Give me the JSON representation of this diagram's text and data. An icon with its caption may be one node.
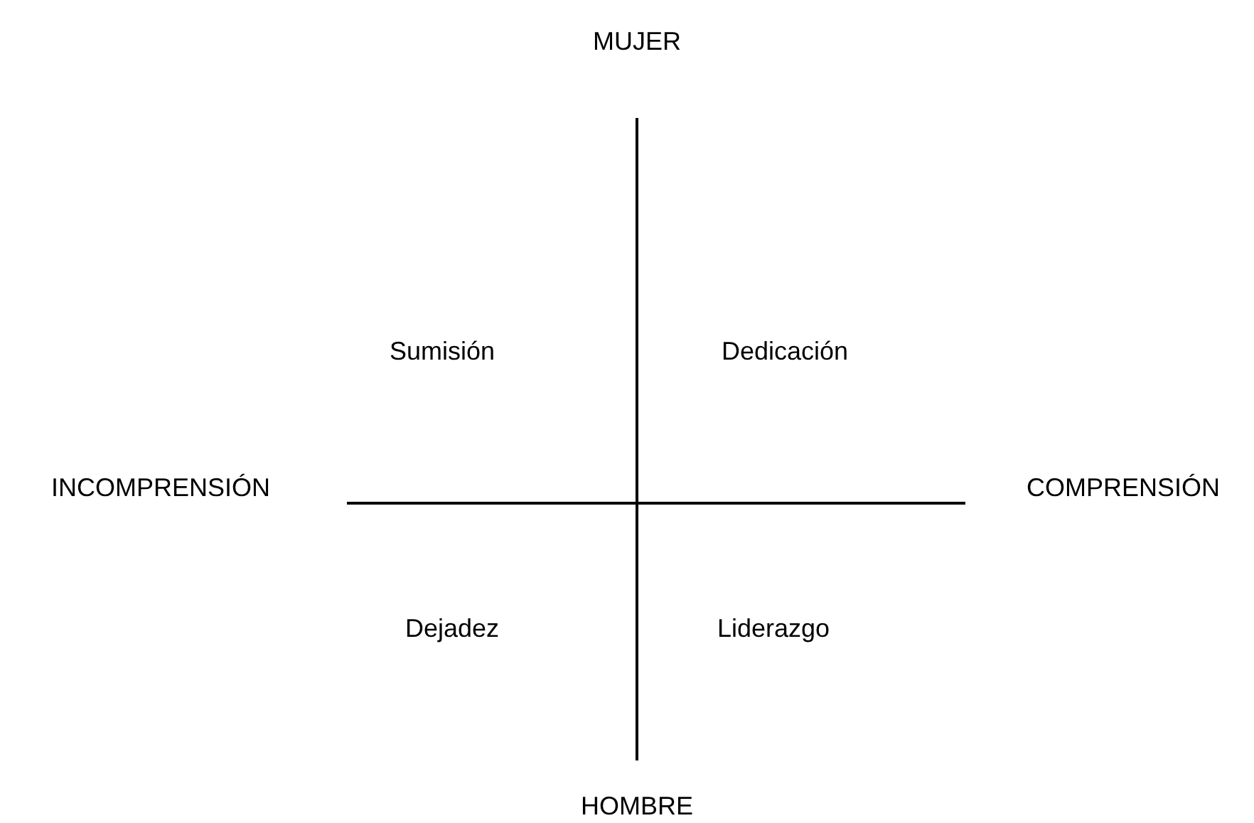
{
  "diagram": {
    "labels": [
      "MUJER",
      "Sumisión",
      "Dedicación",
      "INCOMPRENSIÓN",
      "COMPRENSIÓN",
      "Dejadez",
      "Liderazgo",
      "HOMBRE"
    ]
  }
}
